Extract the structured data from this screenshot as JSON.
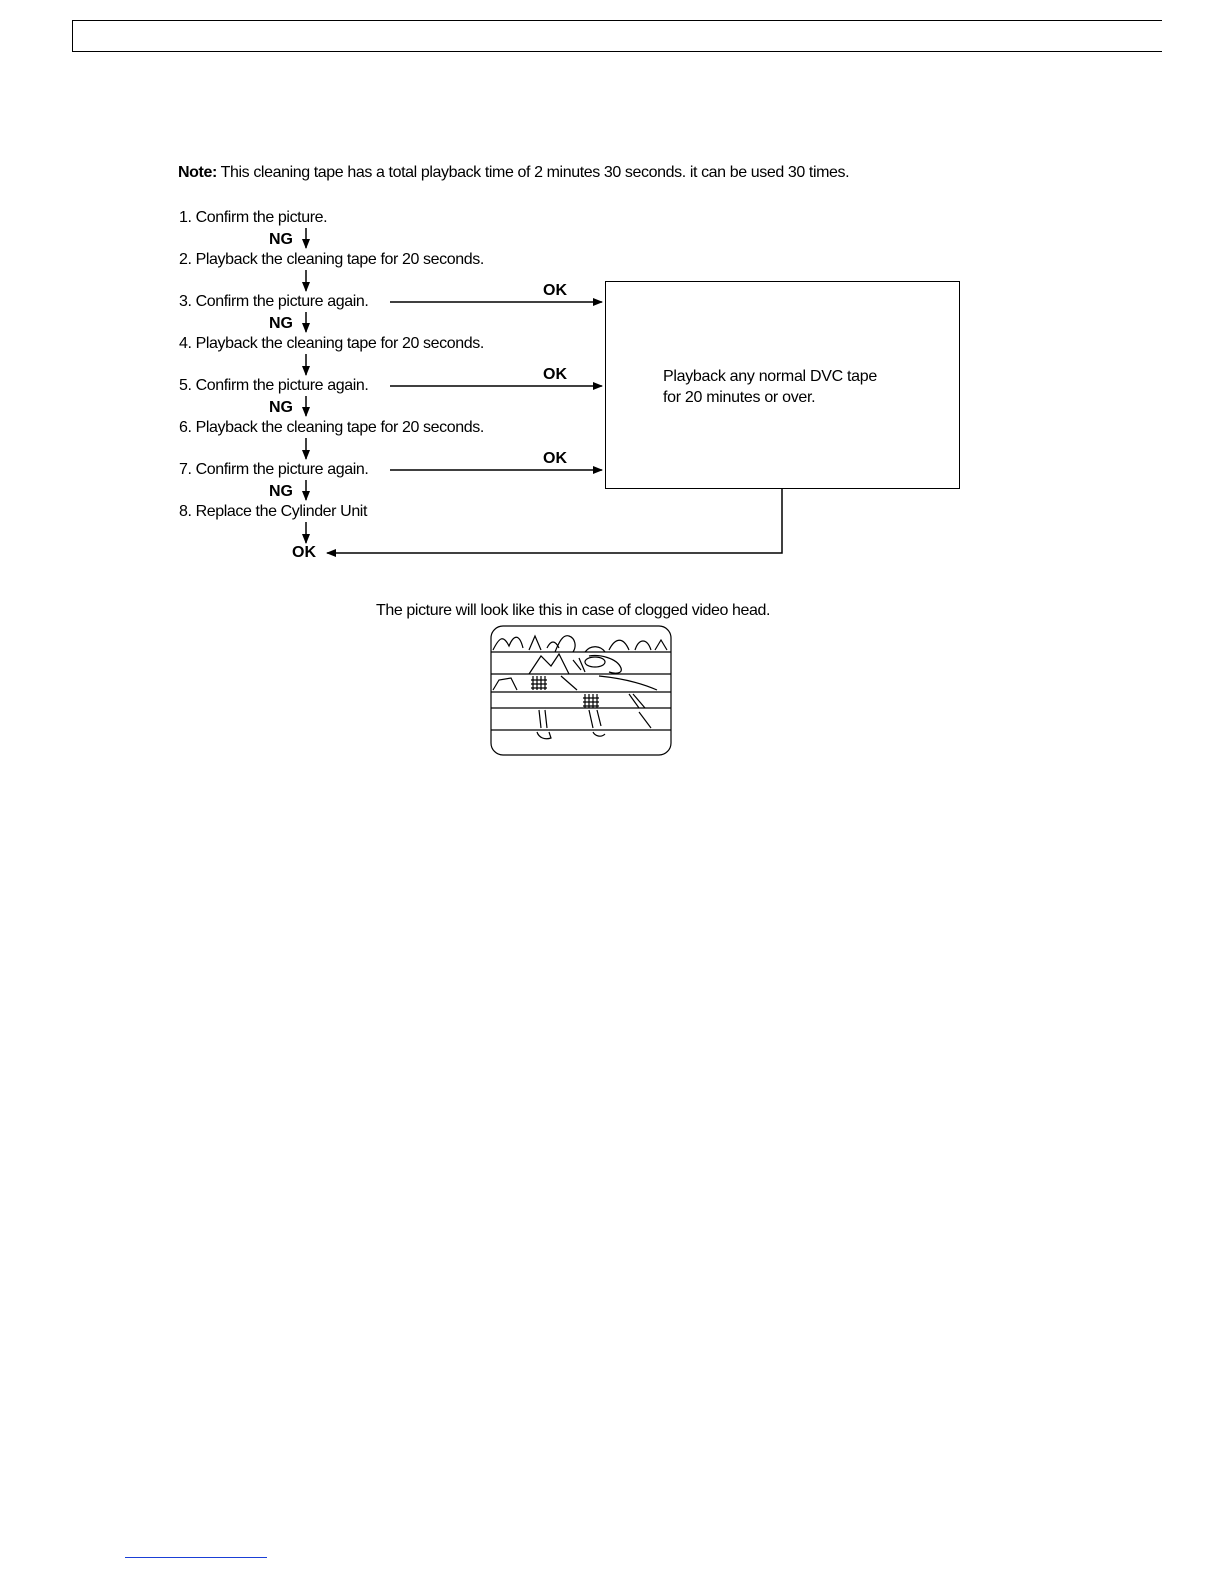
{
  "note": {
    "label": "Note:",
    "text": " This cleaning tape has a total playback time of 2 minutes 30 seconds. it can be used 30 times."
  },
  "steps": [
    "1. Confirm the picture.",
    "2. Playback the cleaning tape for 20 seconds.",
    "3. Confirm the picture again.",
    "4. Playback the cleaning tape for 20 seconds.",
    "5. Confirm the picture again.",
    "6. Playback the cleaning tape for 20 seconds.",
    "7. Confirm the picture again.",
    "8. Replace the Cylinder Unit"
  ],
  "labels": {
    "ng": "NG",
    "ok": "OK"
  },
  "result_box": {
    "line1": "Playback any normal DVC tape",
    "line2": "for 20 minutes or over."
  },
  "caption": "The picture will look like this in case of clogged video head."
}
